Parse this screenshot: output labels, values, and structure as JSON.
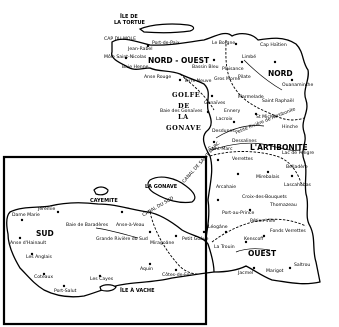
{
  "departments": [
    {
      "id": "nord-ouest",
      "label": "NORD - OUEST"
    },
    {
      "id": "nord",
      "label": "NORD"
    },
    {
      "id": "artibonite",
      "label": "L'ARTIBONITE"
    },
    {
      "id": "sud",
      "label": "SUD"
    },
    {
      "id": "ouest",
      "label": "OUEST"
    }
  ],
  "water": {
    "gulf_line1": "GOLFE",
    "gulf_line2": "DE",
    "gulf_line3": "LA",
    "gulf_line4": "GONAVE",
    "canal_saint_marc": "CANAL DE SAINT MARC",
    "canal_sud": "CANAL DU SUD"
  },
  "islands": {
    "tortue_line1": "ÎLE DE",
    "tortue_line2": "LA TORTUE",
    "gonave": "LA GONAVE",
    "cayemite": "CAYEMITE",
    "vache": "ÎLE À VACHE"
  },
  "places": {
    "port_de_paix": "Port-de-Paix",
    "la_borgne": "Le Borgne",
    "cap_du_mole": "CAP DU MOLE",
    "jean_rabel": "Jean-Rabel",
    "mole_st_nicolas": "Môle Saint-Nicolas",
    "cap_haitien": "Cap Haïtien",
    "ouanaminthe": "Ouanaminthe",
    "bassin_bleu": "Bassin Bleu",
    "limbe": "Limbé",
    "plaisance": "Plaisance",
    "baie_henne": "Baie Henne",
    "anse_rouge": "Anse Rouge",
    "terre_neuve": "Terre Neuve",
    "gros_morne": "Gros Morne",
    "pilate": "Pilate",
    "marmelade": "Marmelade",
    "saint_raphael": "Saint Raphaël",
    "gonaives": "Gonaïves",
    "ennery": "Ennery",
    "st_michel": "St Michel",
    "hinche": "Hinche",
    "lacroix": "Lacroix",
    "desdunes": "Desdunes",
    "petite_riviere": "Petite Rivière de l'Artibonite",
    "dessalines": "Dessalines",
    "saint_marc": "Saint-Marc",
    "verrettes": "Verrettes",
    "mirebalais": "Mirebalais",
    "lascahobas": "Lascahobas",
    "belladere": "Belladère",
    "lac_peligre": "Lac de Péligre",
    "arcahaie": "Arcahaie",
    "croix_des_bouquets": "Croix-des-Bouquets",
    "thomazeau": "Thomazeau",
    "port_au_prince": "Port-au-Prince",
    "petion_ville": "Pétion-Ville",
    "fonds_verrettes": "Fonds Verrettes",
    "leogane": "Léogâne",
    "kenscoff": "Kenscoff",
    "jacmel": "Jacmel",
    "marigot": "Marigot",
    "saltrou": "Saltrou",
    "la_trouin": "La Trouin",
    "petit_goave": "Petit Goâve",
    "miragoane": "Miragoâne",
    "anse_a_veau": "Anse-à-Veau",
    "baie_de_baradere": "Baie de Baradères",
    "jeremie": "Jérémie",
    "dame_marie": "Dame Marie",
    "anse_dhainault": "Anse d'Hainault",
    "les_anglais": "Les Anglais",
    "coteaux": "Coteaux",
    "port_salut": "Port-Salut",
    "les_cayes": "Les Cayes",
    "aquin": "Aquin",
    "cotes_de_fer": "Côtes-de-Fer",
    "grande_riviere_du_sud": "Grande Rivière du Sud",
    "baie_des_gonaives": "Baie des Gonaïves"
  }
}
